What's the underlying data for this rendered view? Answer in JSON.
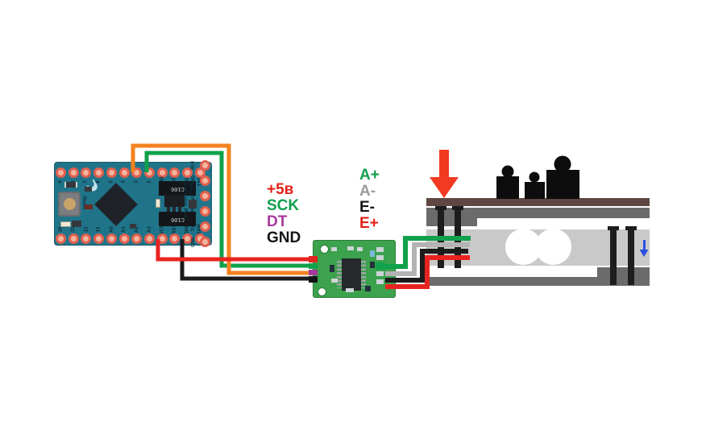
{
  "labels": {
    "hx711_left": [
      {
        "text": "+5в",
        "color": "#e32119"
      },
      {
        "text": "SCK",
        "color": "#0f9e4c"
      },
      {
        "text": "DT",
        "color": "#a63a9d"
      },
      {
        "text": "GND",
        "color": "#151515"
      }
    ],
    "loadcell_right": [
      {
        "text": "A+",
        "color": "#0f9e4c"
      },
      {
        "text": "A-",
        "color": "#9b9b9b"
      },
      {
        "text": "E-",
        "color": "#151515"
      },
      {
        "text": "E+",
        "color": "#e32119"
      }
    ]
  },
  "arduino": {
    "top_pins": [
      "9",
      "8",
      "7",
      "6",
      "5",
      "4",
      "3",
      "2",
      "GND",
      "RST",
      "RXI",
      "TX0"
    ],
    "bottom_pins": [
      "10",
      "11",
      "12",
      "13",
      "A0",
      "A1",
      "A2",
      "A3",
      "VCC",
      "RST",
      "GND",
      "RAW"
    ],
    "side_pins": [
      "BLK",
      "GND",
      "VCC",
      "RXI",
      "TX0",
      "GRN"
    ],
    "silk": {
      "name_line1": "Arduino Pro",
      "name_line2": "Mini",
      "reset": "Reset",
      "cap_label": "C106"
    }
  },
  "colors": {
    "wire_orange": "#f58220",
    "wire_green": "#0fa14b",
    "wire_red": "#e8231f",
    "wire_black": "#1b1b1b",
    "wire_gray": "#b3b3b3",
    "pad_red": "#e02420",
    "pad_green": "#12a24b",
    "pad_purple": "#a43a9a",
    "pad_black": "#141414",
    "pad_silver": "#ccd3d6",
    "bolt_black": "#1d1d1d",
    "weight_black": "#0d0d0d",
    "force_arrow_red": "#f23a21",
    "deflection_arrow_blue": "#2b50e0"
  }
}
